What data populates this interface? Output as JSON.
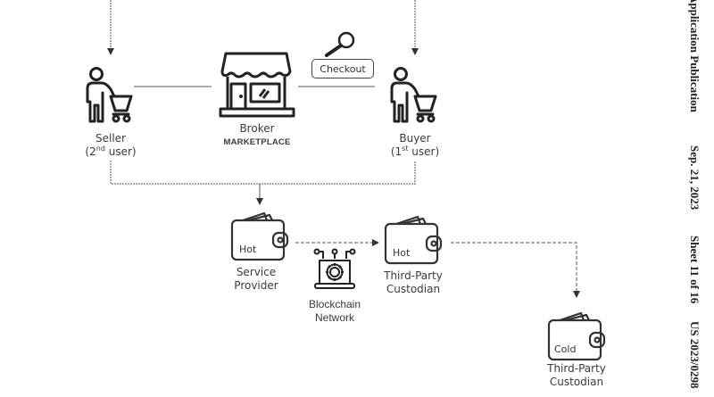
{
  "header": {
    "publication_type": "Application Publication",
    "date": "Sep. 21, 2023",
    "sheet": "Sheet 11 of 16",
    "pub_number": "US 2023/0298"
  },
  "nodes": {
    "seller": {
      "name": "Seller",
      "role_prefix": "(2",
      "role_sup": "nd",
      "role_suffix": " user)"
    },
    "buyer": {
      "name": "Buyer",
      "role_prefix": "(1",
      "role_sup": "st",
      "role_suffix": " user)"
    },
    "broker": {
      "name": "Broker",
      "subtitle": "MARKETPLACE"
    },
    "checkout": {
      "label": "Checkout"
    },
    "service_provider": {
      "wallet_label": "Hot",
      "name_line1": "Service",
      "name_line2": "Provider"
    },
    "blockchain": {
      "name_line1": "Blockchain",
      "name_line2": "Network"
    },
    "custodian_hot": {
      "wallet_label": "Hot",
      "name_line1": "Third-Party",
      "name_line2": "Custodian"
    },
    "custodian_cold": {
      "wallet_label": "Cold",
      "name_line1": "Third-Party",
      "name_line2": "Custodian"
    }
  }
}
